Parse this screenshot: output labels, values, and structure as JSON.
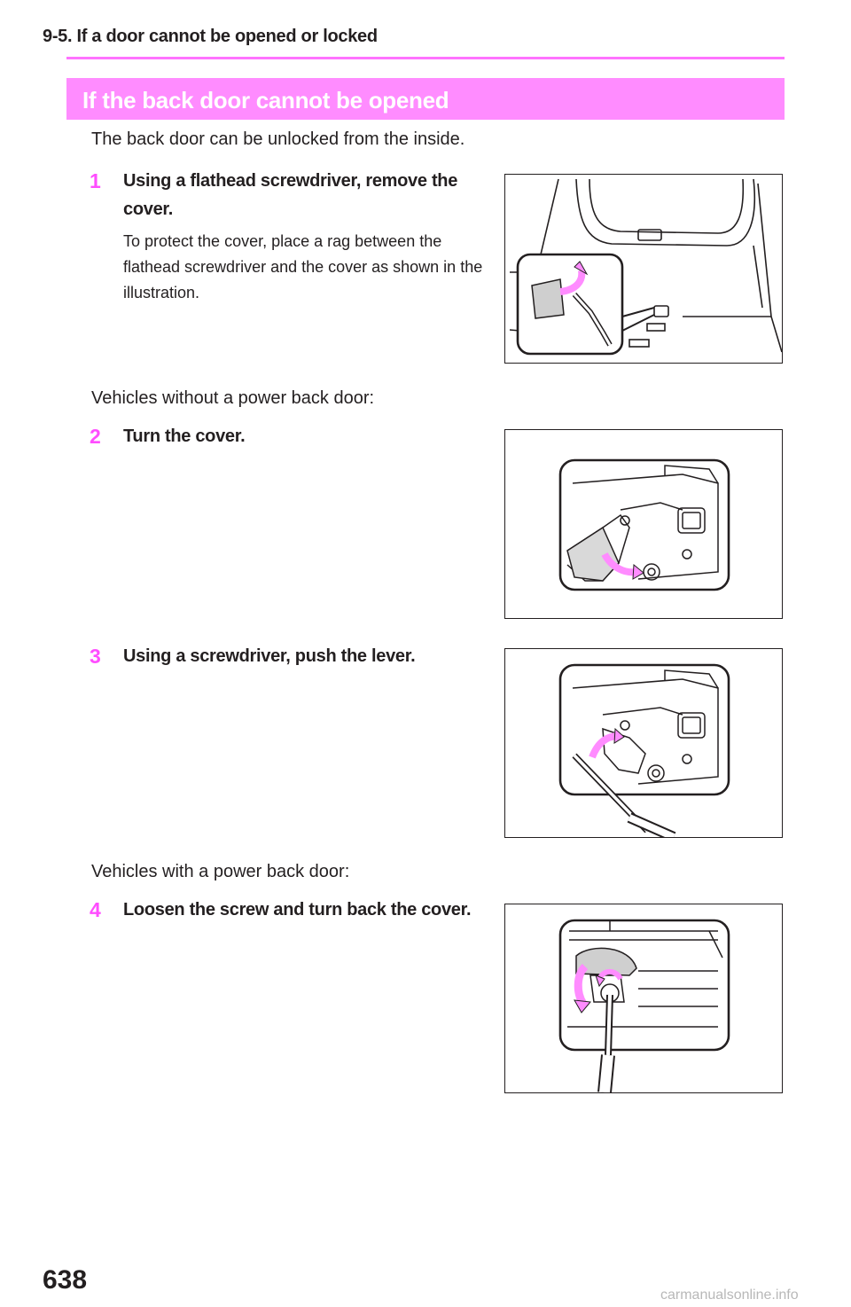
{
  "header": {
    "title": "9-5. If a door cannot be opened or locked"
  },
  "section": {
    "title": "If the back door cannot be opened"
  },
  "intro": "The back door can be unlocked from the inside.",
  "steps": [
    {
      "number": "1",
      "text": "Using a flathead screwdriver, remove the cover.",
      "note": "To protect the cover, place a rag between the flathead screwdriver and the cover as shown in the illustration."
    },
    {
      "number": "2",
      "text": "Turn the cover."
    },
    {
      "number": "3",
      "text": "Using a screwdriver, push the lever."
    },
    {
      "number": "4",
      "text": "Loosen the screw and turn back the cover."
    }
  ],
  "conditions": {
    "without_power_door": "Vehicles without a power back door:",
    "with_power_door": "Vehicles with a power back door:"
  },
  "colors": {
    "accent": "#ff8cff",
    "step_number": "#ff4dff",
    "text": "#231f20"
  },
  "page_number": "638",
  "watermark": "carmanualsonline.info"
}
